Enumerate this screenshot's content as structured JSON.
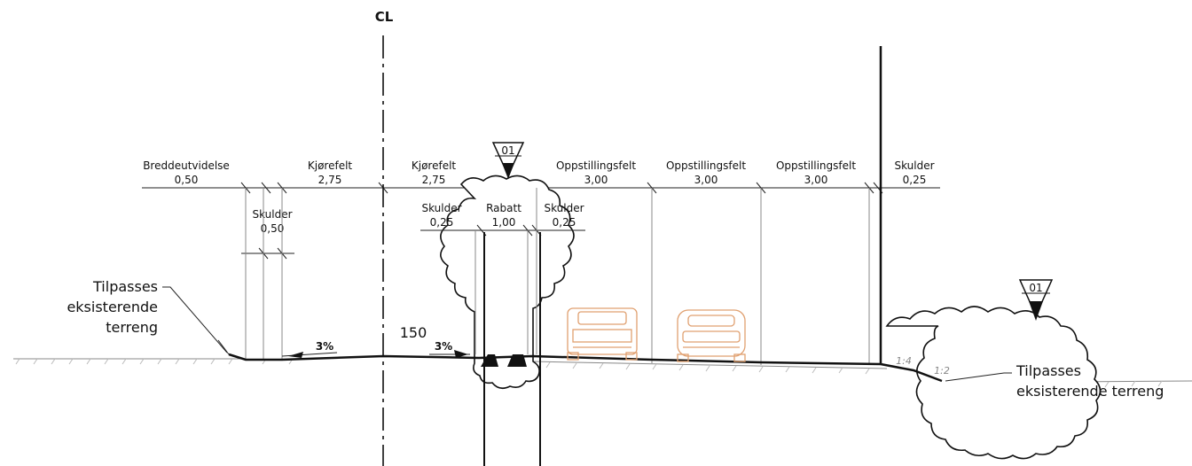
{
  "centerline_label": "CL",
  "marker_label": "01",
  "top_dimensions": [
    {
      "label": "Breddeutvidelse",
      "value": "0,50"
    },
    {
      "label": "Kjørefelt",
      "value": "2,75"
    },
    {
      "label": "Kjørefelt",
      "value": "2,75"
    },
    {
      "label": "Oppstillingsfelt",
      "value": "3,00"
    },
    {
      "label": "Oppstillingsfelt",
      "value": "3,00"
    },
    {
      "label": "Oppstillingsfelt",
      "value": "3,00"
    },
    {
      "label": "Skulder",
      "value": "0,25"
    }
  ],
  "second_dimensions": [
    {
      "label": "Skulder",
      "value": "0,50"
    },
    {
      "label": "Skulder",
      "value": "0,25"
    },
    {
      "label": "Rabatt",
      "value": "1,00"
    },
    {
      "label": "Skulder",
      "value": "0,25"
    }
  ],
  "left_note": [
    "Tilpasses",
    "eksisterende",
    "terreng"
  ],
  "right_note": [
    "Tilpasses",
    "eksisterende terreng"
  ],
  "slope_left": "3%",
  "slope_mid": "3%",
  "elevation_label": "150",
  "slope_ratio_1": "1:4",
  "slope_ratio_2": "1:2",
  "colors": {
    "line": "#111111",
    "car": "#e0a070",
    "terrain": "#888888"
  }
}
